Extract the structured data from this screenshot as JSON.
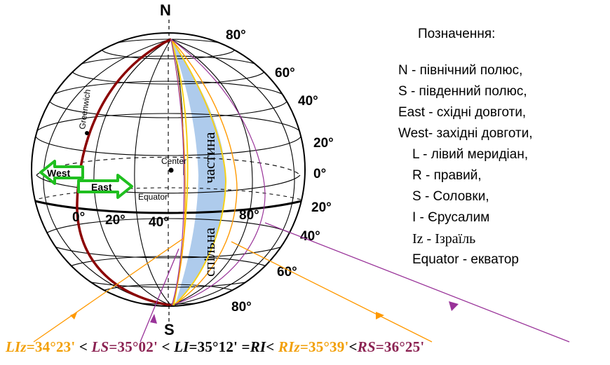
{
  "globe": {
    "north_label": "N",
    "south_label": "S",
    "greenwich_label": "Greenwich",
    "center_label": "Center",
    "equator_label": "Equator",
    "west_label": "West",
    "east_label": "East",
    "vertical_text_top": "частина",
    "vertical_text_bottom": "спільна",
    "longitude_labels": [
      "0°",
      "20°",
      "40°",
      "80°"
    ],
    "latitude_labels_right": [
      "80°",
      "60°",
      "40°",
      "20°",
      "0°",
      "20°",
      "40°",
      "60°",
      "80°"
    ]
  },
  "legend": {
    "title": "Позначення:",
    "items": [
      "N - північний полюс,",
      "S - південний полюс,",
      "East - східні довготи,",
      "West- західні довготи,",
      "L - лівий меридіан,",
      "R - правий,",
      "S - Соловки,",
      "I - Єрусалим",
      "Iz - Ізраїль",
      "Equator - екватор"
    ]
  },
  "formula": {
    "p1_label": "LIz",
    "p1_value": "=34°23'",
    "op1": " < ",
    "p2_label": "LS",
    "p2_value": "=35°02'",
    "op2": " < ",
    "p3_label": "LI",
    "p3_value": "=35°12' =",
    "p4_label": "RI",
    "op3": "< ",
    "p5_label": "RIz",
    "p5_value": "=35°39'",
    "op4": "<",
    "p6_label": "RS",
    "p6_value": "=36°25'"
  },
  "colors": {
    "greenwich_meridian": "#8b0000",
    "left_yellow": "#f7d117",
    "orange": "#ff9900",
    "purple": "#993399",
    "shaded_band": "#aecbec",
    "arrow_green": "#1fbf1f",
    "p1_color": "#f29f05",
    "p2_color": "#8b2252",
    "p3_color": "#000000",
    "p5_color": "#f29f05",
    "p6_color": "#8b2252"
  }
}
